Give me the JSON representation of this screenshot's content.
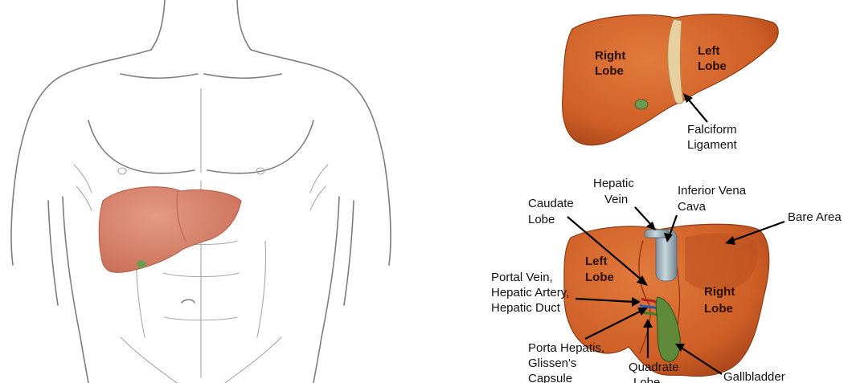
{
  "figure": {
    "torso_view": {},
    "anterior_view": {
      "labels": {
        "right_lobe": [
          "Right",
          "Lobe"
        ],
        "left_lobe": [
          "Left",
          "Lobe"
        ],
        "falciform": [
          "Falciform",
          "Ligament"
        ]
      }
    },
    "posterior_view": {
      "labels": {
        "hepatic_vein": [
          "Hepatic",
          "Vein"
        ],
        "ivc": [
          "Inferior Vena",
          "Cava"
        ],
        "caudate": [
          "Caudate",
          "Lobe"
        ],
        "bare_area": "Bare Area",
        "left_lobe": [
          "Left",
          "Lobe"
        ],
        "right_lobe": [
          "Right",
          "Lobe"
        ],
        "portal": [
          "Portal Vein,",
          "Hepatic Artery,",
          "Hepatic Duct"
        ],
        "porta_hepatis": [
          "Porta Hepatis,",
          "Glissen's",
          "Capsule"
        ],
        "quadrate": [
          "Quadrate",
          "Lobe"
        ],
        "gallbladder": "Gallbladder"
      }
    },
    "colors": {
      "liver": "#d2642d",
      "liver_dark": "#a9461c",
      "torso_liver": "#d9826c",
      "ivc": "#9fb2bd",
      "gallbladder": "#5f8a3a"
    }
  }
}
